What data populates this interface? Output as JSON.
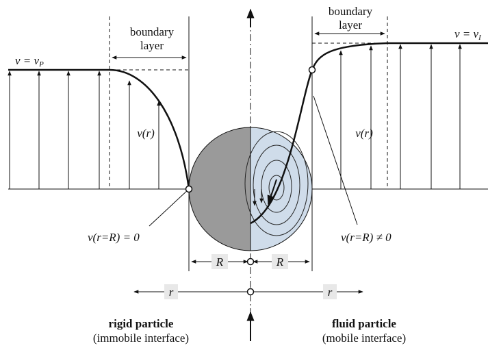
{
  "left": {
    "velocity_label": "v = v",
    "velocity_sub": "P",
    "boundary_line1": "boundary",
    "boundary_line2": "layer",
    "profile_label": "v(r)",
    "surface_condition": "v(r=R) = 0",
    "title": "rigid particle",
    "subtitle": "(immobile interface)"
  },
  "right": {
    "velocity_label": "v = v",
    "velocity_sub": "I",
    "boundary_line1": "boundary",
    "boundary_line2": "layer",
    "profile_label": "v(r)",
    "surface_condition": "v(r=R) ≠ 0",
    "title": "fluid particle",
    "subtitle": "(mobile interface)"
  },
  "dimensions": {
    "radius_left": "R",
    "radius_right": "R",
    "r_left": "r",
    "r_right": "r"
  },
  "colors": {
    "rigid_half": "#9a9a9a",
    "fluid_half": "#cfdcea",
    "line": "#111111"
  }
}
